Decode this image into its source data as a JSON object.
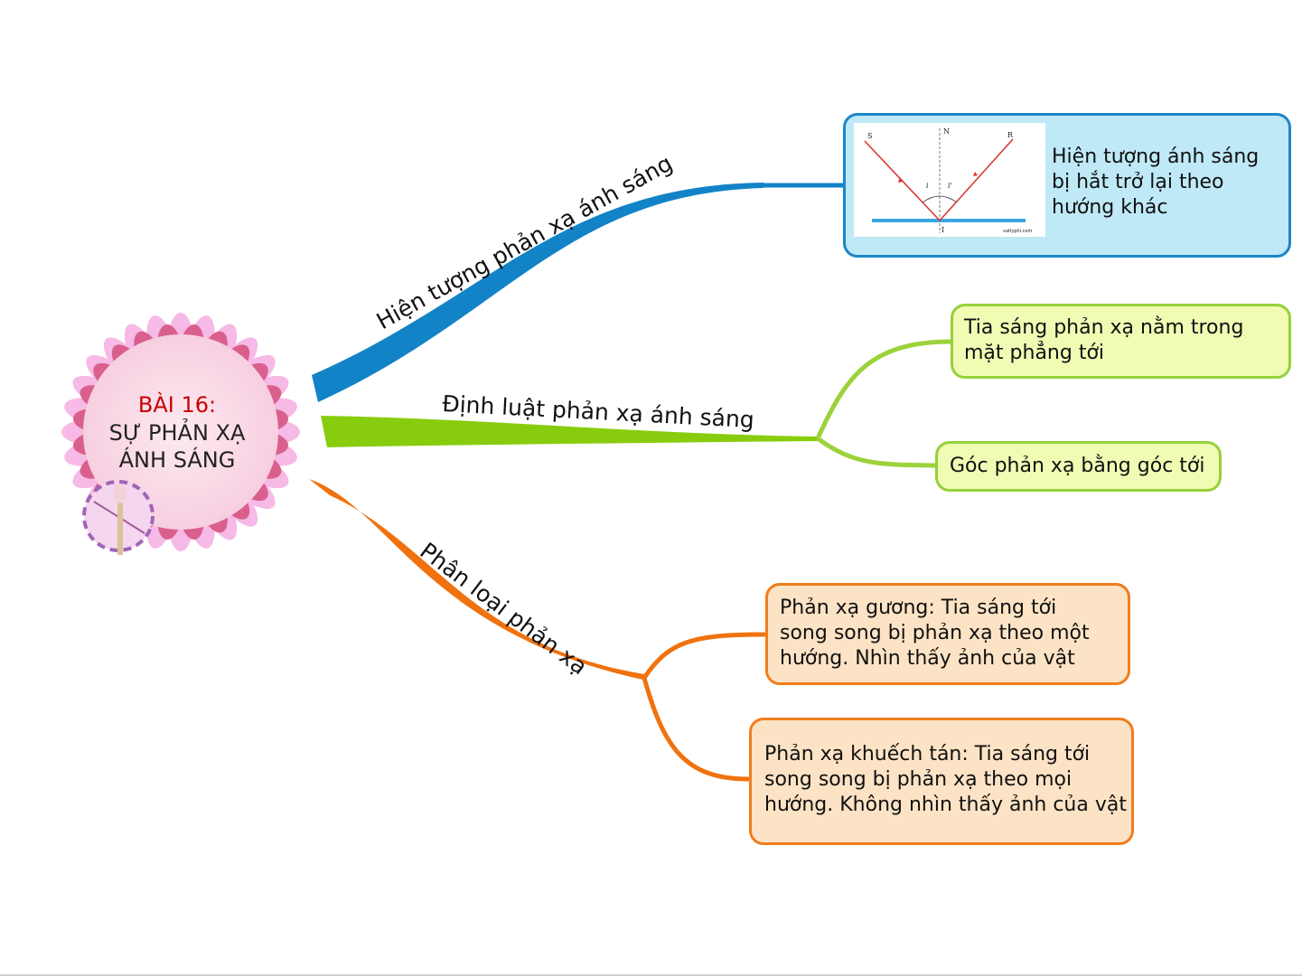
{
  "center": {
    "line1": "BÀI 16:",
    "line2": "SỰ PHẢN XẠ",
    "line3": "ÁNH SÁNG"
  },
  "branches": [
    {
      "label": "Hiện tượng phản xạ ánh sáng",
      "color": "#1283c7"
    },
    {
      "label": "Định luật phản xạ ánh sáng",
      "color": "#88cc0e"
    },
    {
      "label": "Phân loại phản xạ",
      "color": "#f0720f"
    }
  ],
  "nodes": {
    "definition": "Hiện tượng ánh sáng\nbị hắt trở lại theo\nhướng khác",
    "law_1": "Tia sáng phản xạ nằm trong\nmặt phẳng tới",
    "law_2": "Góc phản xạ bằng góc tới",
    "type_1": "Phản xạ gương: Tia sáng tới\nsong song bị phản xạ theo một\nhướng. Nhìn thấy ảnh của vật",
    "type_2": "Phản xạ khuếch tán: Tia sáng tới\nsong song bị phản xạ theo mọi\nhướng. Không nhìn thấy ảnh của vật"
  },
  "diagram": {
    "s": "S",
    "n": "N",
    "r": "R",
    "i_angle": "i",
    "r_angle": "i'",
    "point": "I",
    "watermark": "vatlyphi.com"
  },
  "colors": {
    "definition_fill": "#bfe9f6",
    "law_fill": "#f0fbb4",
    "type_fill": "#fde3c5",
    "petal_outer": "#f7b9e6",
    "petal_inner": "#d95f8c",
    "center_fill": "#fbdde8"
  }
}
